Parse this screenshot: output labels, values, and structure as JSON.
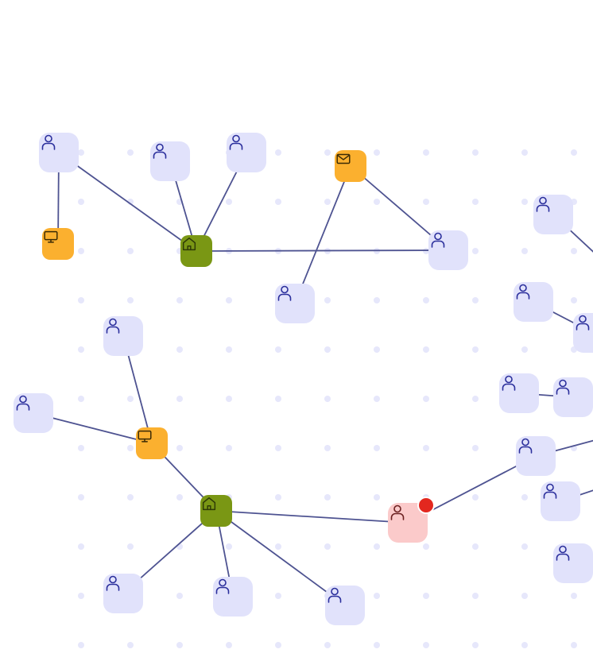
{
  "colors": {
    "background": "#ffffff",
    "grid_dot": "#e6e7fb",
    "edge": "#4e5391",
    "person_fill": "#e1e2fb",
    "person_icon": "#2b2f9c",
    "alert_fill": "#fbcaca",
    "alert_icon": "#6b2020",
    "alert_badge": "#e3271f",
    "hub_fill": "#7a9714",
    "hub_icon": "#2e3a06",
    "device_fill": "#fbb02f",
    "device_icon": "#3a2a05"
  },
  "node_types": {
    "user": {
      "icon": "person-icon",
      "variant": "person"
    },
    "user_alert": {
      "icon": "person-icon",
      "variant": "alert"
    },
    "home": {
      "icon": "home-icon",
      "variant": "hub"
    },
    "computer": {
      "icon": "monitor-icon",
      "variant": "device"
    },
    "mail": {
      "icon": "mail-icon",
      "variant": "device"
    }
  },
  "nodes": [
    {
      "id": "u1",
      "type": "user"
    },
    {
      "id": "u2",
      "type": "user"
    },
    {
      "id": "u3",
      "type": "user"
    },
    {
      "id": "m1",
      "type": "computer"
    },
    {
      "id": "h1",
      "type": "home"
    },
    {
      "id": "e1",
      "type": "mail"
    },
    {
      "id": "u4",
      "type": "user"
    },
    {
      "id": "u5",
      "type": "user"
    },
    {
      "id": "u6",
      "type": "user"
    },
    {
      "id": "u7",
      "type": "user"
    },
    {
      "id": "u8",
      "type": "user"
    },
    {
      "id": "u9",
      "type": "user"
    },
    {
      "id": "u10",
      "type": "user"
    },
    {
      "id": "u11",
      "type": "user"
    },
    {
      "id": "u12",
      "type": "user"
    },
    {
      "id": "m2",
      "type": "computer"
    },
    {
      "id": "h2",
      "type": "home"
    },
    {
      "id": "a1",
      "type": "user_alert",
      "badge": true
    },
    {
      "id": "u13",
      "type": "user"
    },
    {
      "id": "u14",
      "type": "user"
    },
    {
      "id": "u15",
      "type": "user"
    },
    {
      "id": "u16",
      "type": "user"
    },
    {
      "id": "u17",
      "type": "user"
    },
    {
      "id": "u18",
      "type": "user"
    }
  ],
  "edges": [
    [
      "u1",
      "m1"
    ],
    [
      "u1",
      "h1"
    ],
    [
      "u2",
      "h1"
    ],
    [
      "u3",
      "h1"
    ],
    [
      "h1",
      "u5"
    ],
    [
      "e1",
      "u5"
    ],
    [
      "e1",
      "u4"
    ],
    [
      "u6",
      "off-right-1"
    ],
    [
      "u7",
      "u8"
    ],
    [
      "u9",
      "u10"
    ],
    [
      "u11",
      "m2"
    ],
    [
      "u12",
      "m2"
    ],
    [
      "m2",
      "h2"
    ],
    [
      "h2",
      "a1"
    ],
    [
      "h2",
      "u14"
    ],
    [
      "h2",
      "u15"
    ],
    [
      "h2",
      "u16"
    ],
    [
      "a1",
      "u13"
    ],
    [
      "u13",
      "off-right-2"
    ],
    [
      "u17",
      "off-right-3"
    ]
  ]
}
